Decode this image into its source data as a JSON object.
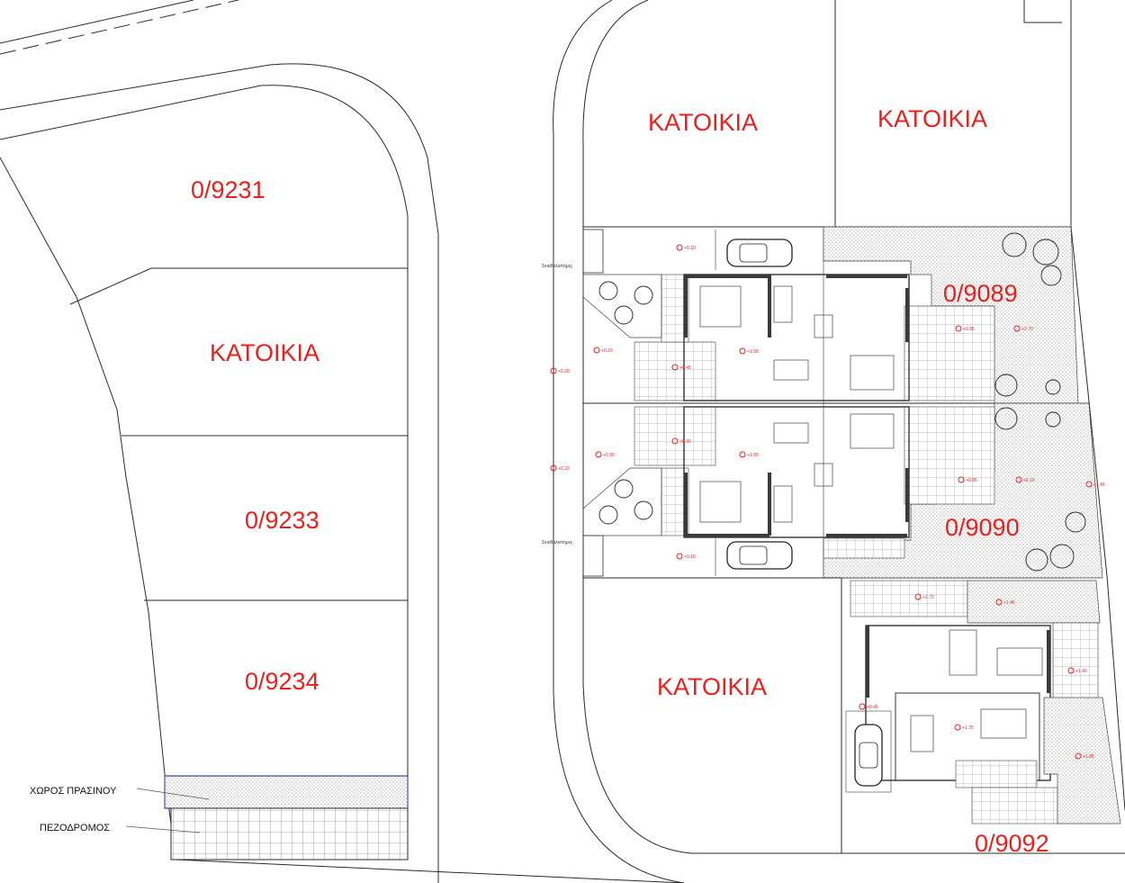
{
  "colors": {
    "label": "#e8201e",
    "line": "#2a2a2a",
    "blue_edge": "#1a2a8a",
    "marker": "#e8201e"
  },
  "labels": {
    "plot_9231": "0/9231",
    "plot_katoikia_left": "ΚΑΤΟΙΚΙΑ",
    "plot_9233": "0/9233",
    "plot_9234": "0/9234",
    "plot_katoikia_top1": "ΚΑΤΟΙΚΙΑ",
    "plot_katoikia_top2": "ΚΑΤΟΙΚΙΑ",
    "plot_9089": "0/9089",
    "plot_9090": "0/9090",
    "plot_katoikia_bottom": "ΚΑΤΟΙΚΙΑ",
    "plot_9092": "0/9092"
  },
  "legend": {
    "green_space": "ΧΩΡΟΣ ΠΡΑΣΙΝΟΥ",
    "sidewalk": "ΠΕΖΟΔΡΟΜΟΣ"
  },
  "annotations": {
    "shed_top": "Σκιαδαλιστήρες",
    "shed_bottom": "Σκιαδαλιστήρες"
  },
  "levels": [
    "+0.10",
    "+0.20",
    "+1.00",
    "+0.45",
    "+0.23",
    "+0.90",
    "+0.30",
    "+1.00",
    "+0.23",
    "+0.10",
    "+0.95",
    "+0.95",
    "+2.70",
    "+2.10",
    "+1.45",
    "+1.70",
    "+1.45",
    "+1.40",
    "+0.45",
    "+1.75",
    "+1.85"
  ]
}
